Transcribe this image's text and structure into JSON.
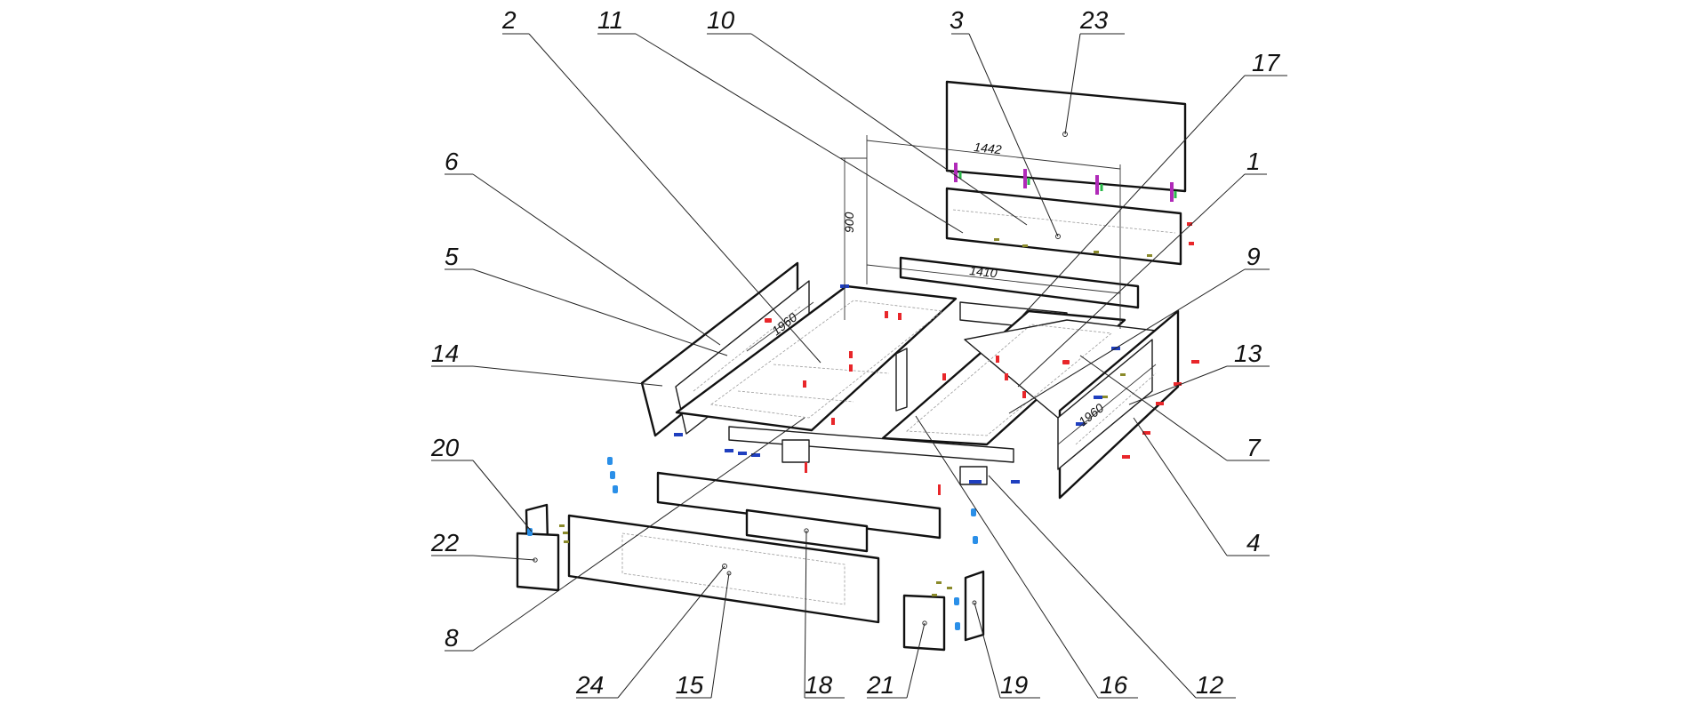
{
  "labels": {
    "n1": "1",
    "n2": "2",
    "n3": "3",
    "n4": "4",
    "n5": "5",
    "n6": "6",
    "n7": "7",
    "n8": "8",
    "n9": "9",
    "n10": "10",
    "n11": "11",
    "n12": "12",
    "n13": "13",
    "n14": "14",
    "n15": "15",
    "n16": "16",
    "n17": "17",
    "n18": "18",
    "n19": "19",
    "n20": "20",
    "n21": "21",
    "n22": "22",
    "n23": "23",
    "n24": "24"
  },
  "dimensions": {
    "width_top": "1442",
    "width_inner": "1410",
    "height": "900",
    "depth": "1960",
    "depth_right": "1960"
  },
  "colors": {
    "red": "#e8262a",
    "blue": "#1f3fbf",
    "lightblue": "#2a8fe8",
    "olive": "#8a8a2a",
    "magenta": "#b02ab8",
    "green": "#2ab84a"
  }
}
